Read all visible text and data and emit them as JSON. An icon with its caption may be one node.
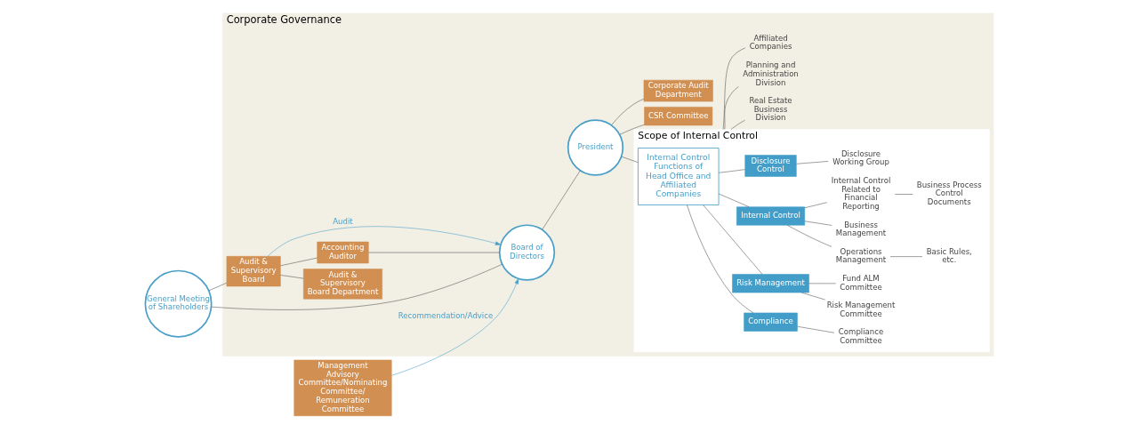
{
  "diagram": {
    "nodes": [
      {
        "text": [
          "Corporate Governance"
        ]
      },
      {
        "text": [
          "Scope of Internal Control"
        ],
        "in": 0
      },
      {
        "text": [
          "General Meeting of Shareholders"
        ]
      },
      {
        "text": [
          "Audit & Supervisory Board"
        ],
        "in": 0
      },
      {
        "text": [
          "Audit & Supervisory Board Department"
        ],
        "in": 0
      },
      {
        "text": [
          "Accounting Auditor"
        ],
        "in": 0
      },
      {
        "text": [
          "Board of Directors"
        ],
        "in": 0
      },
      {
        "text": [
          "President"
        ],
        "in": 0
      },
      {
        "text": [
          "CSR Committee"
        ],
        "in": 0
      },
      {
        "text": [
          "Corporate Audit Department"
        ],
        "in": 0
      },
      {
        "text": [
          "Management Advisory Committee/Nominating Committee/ Remuneration Committee"
        ]
      },
      {
        "text": [
          "Internal Control Functions of Head Office and Affiliated Companies"
        ],
        "in": 1
      },
      {
        "text": [
          "Compliance"
        ],
        "in": 1
      },
      {
        "text": [
          "Risk Management"
        ],
        "in": 1
      },
      {
        "text": [
          "Internal Control"
        ],
        "in": 1
      },
      {
        "text": [
          "Disclosure Control"
        ],
        "in": 1
      },
      {
        "text": [
          "Compliance Committee"
        ],
        "in": 1
      },
      {
        "text": [
          "Risk Management Committee"
        ],
        "in": 1
      },
      {
        "text": [
          "Fund ALM Committee"
        ],
        "in": 1
      },
      {
        "text": [
          "Operations Management"
        ],
        "in": 1
      },
      {
        "text": [
          "Basic Rules, etc."
        ],
        "in": 1
      },
      {
        "text": [
          "Business Management"
        ],
        "in": 1
      },
      {
        "text": [
          "Internal Control Related to Financial Reporting"
        ],
        "in": 1
      },
      {
        "text": [
          "Business Process Control Documents"
        ],
        "in": 1
      },
      {
        "text": [
          "Disclosure Working Group"
        ],
        "in": 1
      },
      {
        "text": [
          "Real Estate Business Division"
        ],
        "in": 0
      },
      {
        "text": [
          "Planning and Administration Division"
        ],
        "in": 0
      },
      {
        "text": [
          "Affiliated Companies"
        ],
        "in": 0
      }
    ],
    "edges": [
      {
        "from": 2,
        "to": 6,
        "arrow": "none"
      },
      {
        "from": 2,
        "to": 3,
        "arrow": "none"
      },
      {
        "from": 3,
        "to": 4,
        "arrow": "none"
      },
      {
        "from": 3,
        "to": 5,
        "arrow": "none"
      },
      {
        "from": 5,
        "to": 6,
        "arrow": "none"
      },
      {
        "from": 3,
        "to": 6,
        "arrow": "to",
        "label": "Audit",
        "color": "#4a9fc8"
      },
      {
        "from": 10,
        "to": 6,
        "arrow": "to",
        "label": "Recommendation/Advice",
        "color": "#4a9fc8"
      },
      {
        "from": 6,
        "to": 7,
        "arrow": "none"
      },
      {
        "from": 7,
        "to": 8,
        "arrow": "none"
      },
      {
        "from": 7,
        "to": 9,
        "arrow": "none"
      },
      {
        "from": 7,
        "to": 11,
        "arrow": "none"
      },
      {
        "from": 11,
        "to": 12,
        "arrow": "none"
      },
      {
        "from": 11,
        "to": 13,
        "arrow": "none"
      },
      {
        "from": 11,
        "to": 14,
        "arrow": "none"
      },
      {
        "from": 11,
        "to": 15,
        "arrow": "none"
      },
      {
        "from": 12,
        "to": 16,
        "arrow": "none"
      },
      {
        "from": 13,
        "to": 17,
        "arrow": "none"
      },
      {
        "from": 13,
        "to": 18,
        "arrow": "none"
      },
      {
        "from": 14,
        "to": 19,
        "arrow": "none"
      },
      {
        "from": 14,
        "to": 21,
        "arrow": "none"
      },
      {
        "from": 14,
        "to": 22,
        "arrow": "none"
      },
      {
        "from": 15,
        "to": 24,
        "arrow": "none"
      },
      {
        "from": 19,
        "to": 20,
        "arrow": "none"
      },
      {
        "from": 22,
        "to": 23,
        "arrow": "none"
      },
      {
        "from": 1,
        "to": 25,
        "arrow": "none"
      },
      {
        "from": 1,
        "to": 26,
        "arrow": "none"
      },
      {
        "from": 1,
        "to": 27,
        "arrow": "none"
      }
    ]
  }
}
